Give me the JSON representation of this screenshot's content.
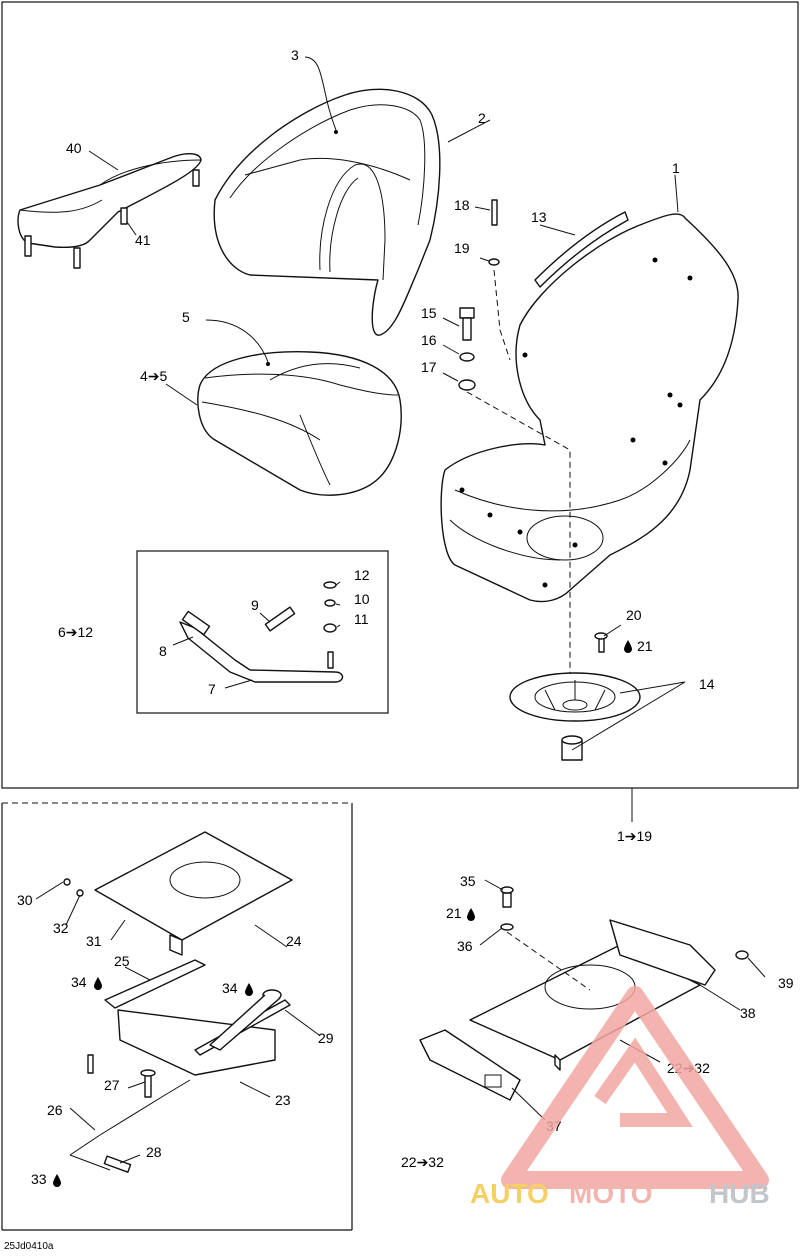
{
  "callouts": {
    "c1": "1",
    "c2": "2",
    "c3": "3",
    "c4_5": "4➔5",
    "c5": "5",
    "c6_12": "6➔12",
    "c7": "7",
    "c8": "8",
    "c9": "9",
    "c10": "10",
    "c11": "11",
    "c12": "12",
    "c13": "13",
    "c14": "14",
    "c15": "15",
    "c16": "16",
    "c17": "17",
    "c18": "18",
    "c19": "19",
    "c20": "20",
    "c21a": "21",
    "c1_19": "1➔19",
    "c24": "24",
    "c25": "25",
    "c23": "23",
    "c26": "26",
    "c27": "27",
    "c28": "28",
    "c29": "29",
    "c30": "30",
    "c31": "31",
    "c32": "32",
    "c33": "33",
    "c34a": "34",
    "c34b": "34",
    "c35": "35",
    "c21b": "21",
    "c36": "36",
    "c37": "37",
    "c38": "38",
    "c39": "39",
    "c22_32a": "22➔32",
    "c22_32b": "22➔32",
    "c40": "40",
    "c41": "41"
  },
  "icons": {
    "lubricant": "droplet-icon"
  },
  "watermark": {
    "part1": "AUTO",
    "part2": "MOTO",
    "part3": "HUB",
    "color_primary": "#f2a7a2",
    "color_gold": "#f5c84a",
    "color_dark": "#b9bcc4"
  },
  "drawing_code": "25Jd0410a"
}
